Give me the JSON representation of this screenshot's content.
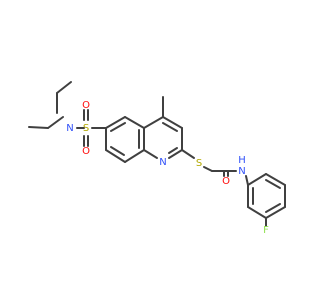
{
  "molecule": {
    "atoms": {
      "sulfonamide_n": {
        "label": "N",
        "color": "#3050F8"
      },
      "sulfonyl_s": {
        "label": "S",
        "color": "#B2A800"
      },
      "sulfonyl_o_top": {
        "label": "O",
        "color": "#FF0D0D"
      },
      "sulfonyl_o_bottom": {
        "label": "O",
        "color": "#FF0D0D"
      },
      "quinoline_n": {
        "label": "N",
        "color": "#3050F8"
      },
      "thioether_s": {
        "label": "S",
        "color": "#B2A800"
      },
      "carbonyl_o": {
        "label": "O",
        "color": "#FF0D0D"
      },
      "amide_nh": {
        "label": "N",
        "sublabel": "H",
        "color": "#3050F8"
      },
      "fluorine": {
        "label": "F",
        "color": "#90E050"
      }
    },
    "bond_color": "#404040"
  }
}
